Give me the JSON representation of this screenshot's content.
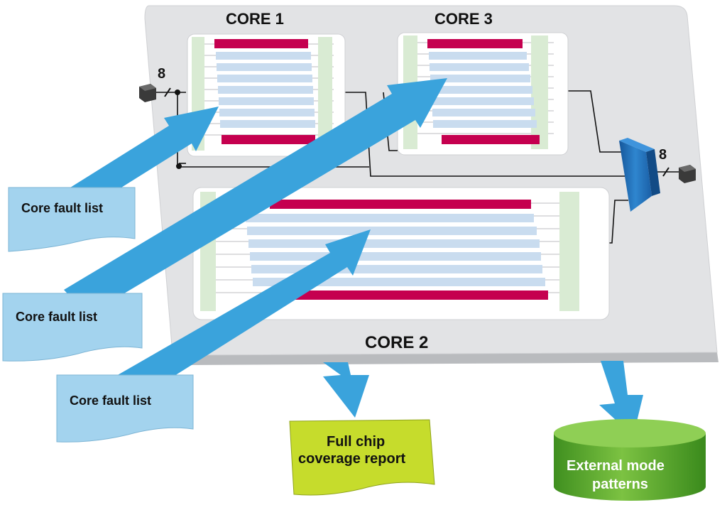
{
  "cores": {
    "core1": {
      "label": "CORE 1"
    },
    "core3": {
      "label": "CORE 3"
    },
    "core2": {
      "label": "CORE 2"
    }
  },
  "bus": {
    "input_width": "8",
    "output_width": "8"
  },
  "fault_lists": [
    {
      "label": "Core fault list"
    },
    {
      "label": "Core fault list"
    },
    {
      "label": "Core fault list"
    }
  ],
  "outputs": {
    "coverage_report": {
      "line1": "Full chip",
      "line2": "coverage report"
    },
    "external_patterns": {
      "line1": "External mode",
      "line2": "patterns"
    }
  },
  "colors": {
    "chip_top": "#e2e3e5",
    "chip_edge": "#b9bbbe",
    "core_face": "#ffffff",
    "scan_chain": "#c9dcef",
    "io_chain": "#c5004f",
    "wrapper": "#d9ebd3",
    "arrow": "#3aa3dc",
    "fault_list": "#a3d3ee",
    "report": "#c6dc2c",
    "patterns_db": "#5faf2c",
    "mux": "#1f6fb7"
  }
}
